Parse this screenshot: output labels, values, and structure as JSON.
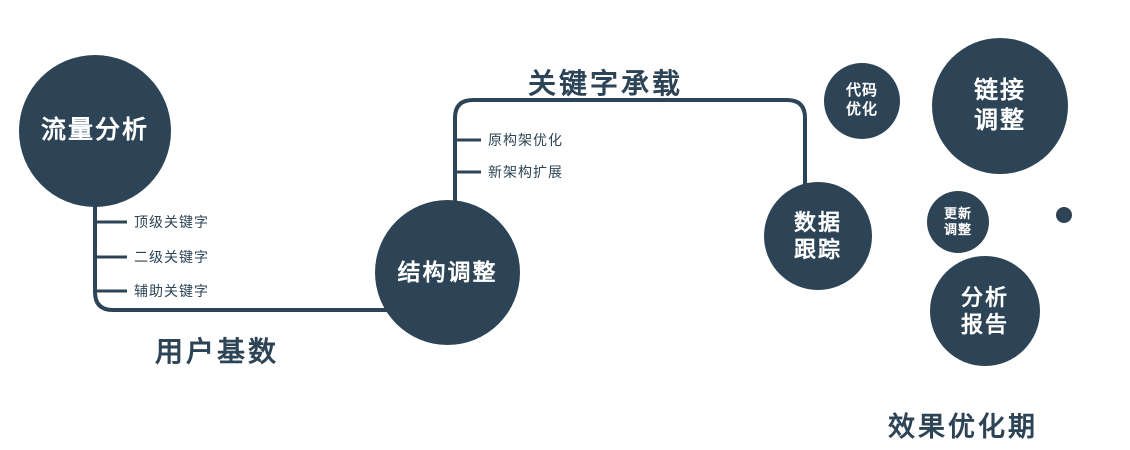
{
  "colors": {
    "navy": "#2d4456",
    "background": "#ffffff",
    "node_text": "#ffffff"
  },
  "nodes": {
    "traffic": {
      "label": "流量分析"
    },
    "structure": {
      "label": "结构调整"
    },
    "tracking": {
      "line1": "数据",
      "line2": "跟踪"
    },
    "code": {
      "line1": "代码",
      "line2": "优化"
    },
    "link": {
      "line1": "链接",
      "line2": "调整"
    },
    "update": {
      "line1": "更新",
      "line2": "调整"
    },
    "report": {
      "line1": "分析",
      "line2": "报告"
    }
  },
  "edges": {
    "user_base": "用户基数",
    "keyword_bearing": "关键字承载"
  },
  "branches": {
    "traffic_keywords": [
      "顶级关键字",
      "二级关键字",
      "辅助关键字"
    ],
    "structure_items": [
      "原构架优化",
      "新架构扩展"
    ]
  },
  "footer": "效果优化期"
}
